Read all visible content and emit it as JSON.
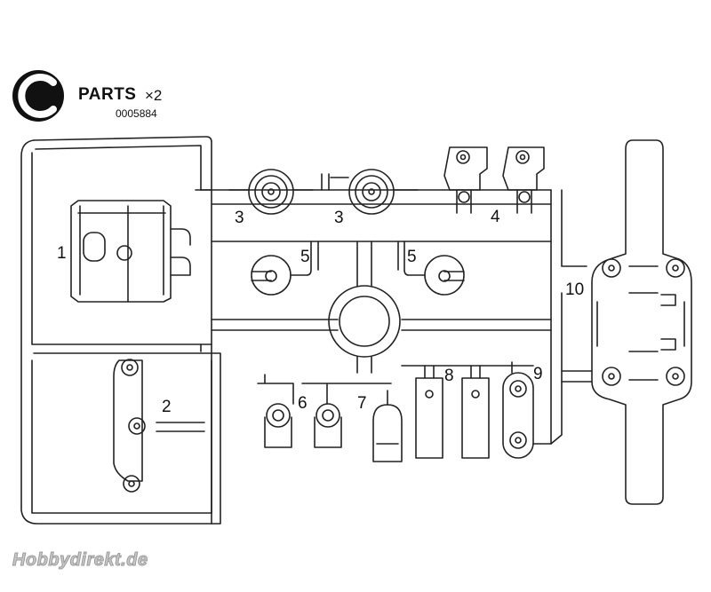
{
  "header": {
    "letter": "C",
    "title": "PARTS",
    "quantity": "×2",
    "part_number": "0005884"
  },
  "labels": {
    "p1": "1",
    "p2": "2",
    "p3a": "3",
    "p3b": "3",
    "p4": "4",
    "p5a": "5",
    "p5b": "5",
    "p6": "6",
    "p7": "7",
    "p8": "8",
    "p9": "9",
    "p10": "10"
  },
  "watermark": "Hobbydirekt.de",
  "colors": {
    "line": "#222222",
    "background": "#ffffff",
    "watermark": "#c9c9c9"
  }
}
